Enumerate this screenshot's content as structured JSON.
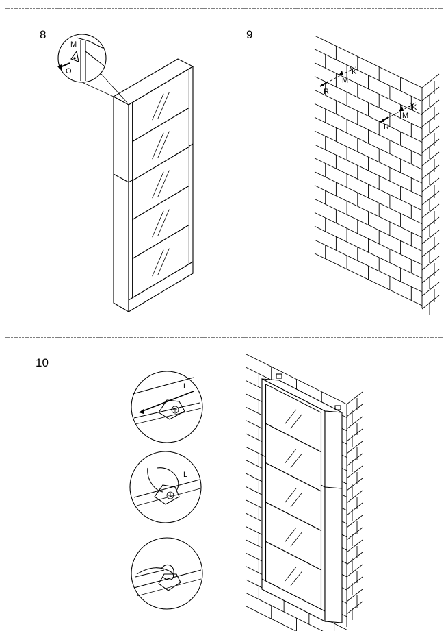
{
  "steps": {
    "s8": "8",
    "s9": "9",
    "s10": "10"
  },
  "labels": {
    "step8": {
      "m": "M",
      "o": "O"
    },
    "step9": {
      "upper": {
        "k": "K",
        "m": "M",
        "r": "R"
      },
      "lower": {
        "k": "K",
        "m": "M",
        "r": "R"
      }
    },
    "step10": {
      "l1": "L",
      "l2": "L"
    }
  }
}
